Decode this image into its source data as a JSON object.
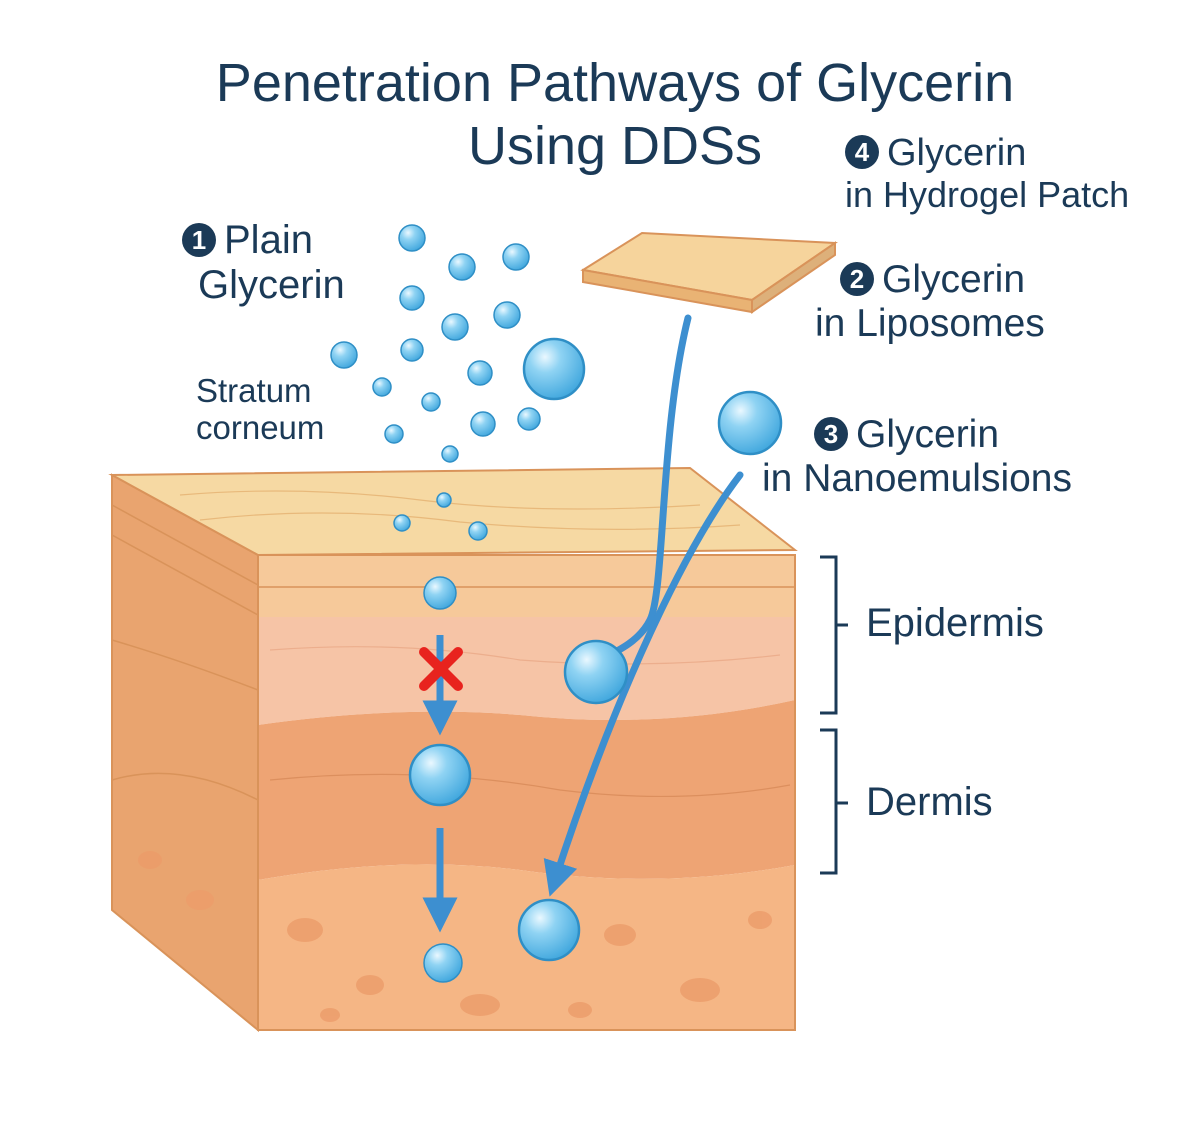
{
  "title_line1": "Penetration Pathways of Glycerin",
  "title_line2": "Using DDSs",
  "pathways": [
    {
      "number": "1",
      "line1": "Plain",
      "line2": "Glycerin"
    },
    {
      "number": "2",
      "line1": "Glycerin",
      "line2": "in Liposomes"
    },
    {
      "number": "3",
      "line1": "Glycerin",
      "line2": "in Nanoemulsions"
    },
    {
      "number": "4",
      "line1": "Glycerin",
      "line2": "in Hydrogel Patch"
    }
  ],
  "stratum_label_line1": "Stratum",
  "stratum_label_line2": "corneum",
  "layers": {
    "epidermis": "Epidermis",
    "dermis": "Dermis"
  },
  "colors": {
    "text": "#1b3a57",
    "droplet": "#6cc3ec",
    "droplet_edge": "#2f8fc6",
    "arrow": "#3d8fd0",
    "block_marker": "#e8231e",
    "skin_top": "#f6d9a3",
    "skin_stratum": "#f6c99a",
    "skin_epidermis": "#f6c4a6",
    "skin_dermis": "#eea474",
    "skin_hypodermis": "#f5b685",
    "outline": "#d9935a"
  }
}
